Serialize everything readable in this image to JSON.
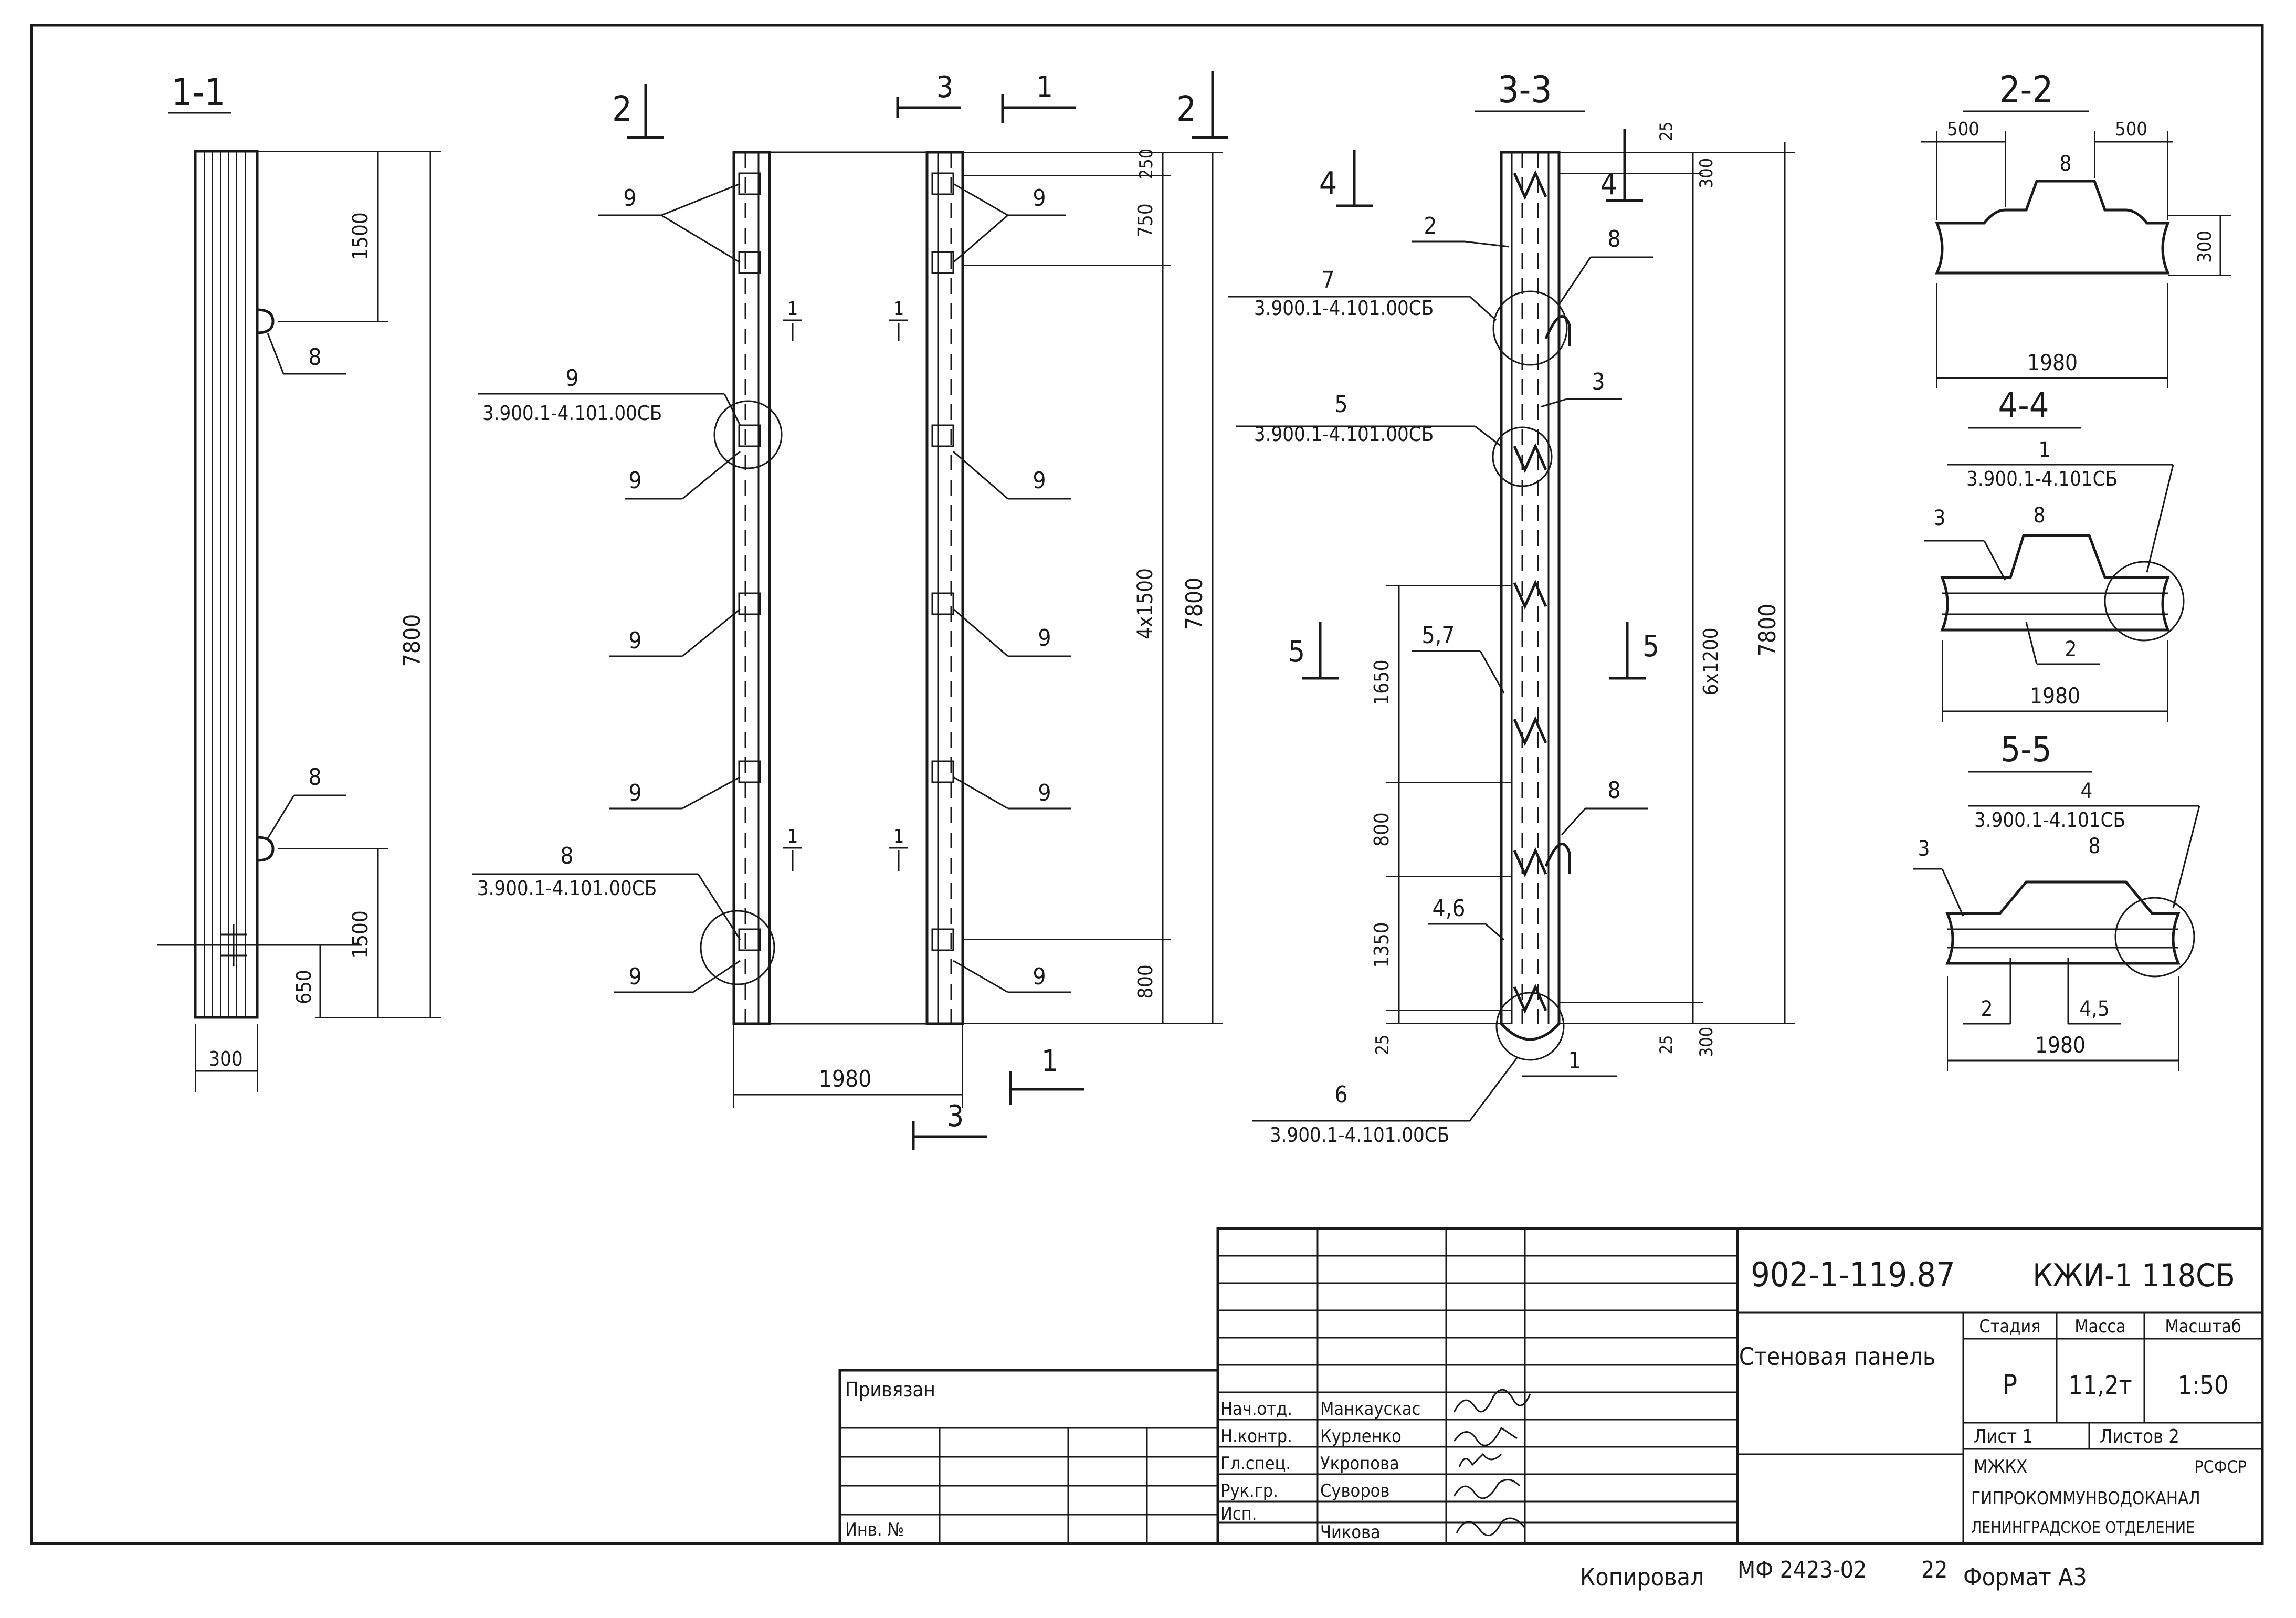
{
  "views": {
    "v11": {
      "title": "1-1",
      "dim_top": "1500",
      "dim_total": "7800",
      "dim_bottom": "1500",
      "dim_650": "650",
      "dim_width": "300",
      "callout_loop1": "8",
      "callout_loop2": "8"
    },
    "front": {
      "section_2_left": "2",
      "section_2_right": "2",
      "section_3_top": "3",
      "section_1_top": "1",
      "section_1_bottom": "1",
      "section_3_bottom": "3",
      "callout_9": "9",
      "callout_9_doc": "3.900.1-4.101.00СБ",
      "callout_8": "8",
      "callout_8_doc": "3.900.1-4.101.00СБ",
      "mark_1": "1",
      "dim_250": "250",
      "dim_750": "750",
      "dim_4x1500": "4х1500",
      "dim_800": "800",
      "dim_7800": "7800",
      "dim_1980": "1980"
    },
    "v33": {
      "title": "3-3",
      "section_4": "4",
      "section_5": "5",
      "callout_7": "7",
      "callout_7_doc": "3.900.1-4.101.00СБ",
      "callout_5": "5",
      "callout_5_doc": "3.900.1-4.101.00СБ",
      "callout_6": "6",
      "callout_6_doc": "3.900.1-4.101.00СБ",
      "callout_2": "2",
      "callout_3": "3",
      "callout_8": "8",
      "callout_1": "1",
      "callout_57": "5,7",
      "callout_46": "4,6",
      "dim_25": "25",
      "dim_300": "300",
      "dim_1650": "1650",
      "dim_800": "800",
      "dim_1350": "1350",
      "dim_6x1200": "6х1200",
      "dim_7800": "7800"
    },
    "v22": {
      "title": "2-2",
      "dim_500": "500",
      "dim_300": "300",
      "dim_1980": "1980",
      "callout_8": "8"
    },
    "v44": {
      "title": "4-4",
      "callout_1": "1",
      "callout_doc": "3.900.1-4.101СБ",
      "callout_3": "3",
      "callout_8": "8",
      "callout_2": "2",
      "dim_1980": "1980"
    },
    "v55": {
      "title": "5-5",
      "callout_4": "4",
      "callout_doc": "3.900.1-4.101СБ",
      "callout_3": "3",
      "callout_8": "8",
      "callout_2": "2",
      "callout_45": "4,5",
      "dim_1980": "1980"
    }
  },
  "title_block": {
    "designation": "902-1-119.87",
    "code": "КЖИ-1 118СБ",
    "name": "Стеновая панель",
    "stage_label": "Стадия",
    "stage": "Р",
    "mass_label": "Масса",
    "mass": "11,2т",
    "scale_label": "Масштаб",
    "scale": "1:50",
    "sheet_label": "Лист 1",
    "sheets_label": "Листов 2",
    "org_1": "МЖКХ",
    "org_2": "РСФСР",
    "org_3": "ГИПРОКОММУНВОДОКАНАЛ",
    "org_4": "ЛЕНИНГРАДСКОЕ ОТДЕЛЕНИЕ",
    "bound_label": "Привязан",
    "inv_label": "Инв. №",
    "roles": [
      "Нач.отд.",
      "Н.контр.",
      "Гл.спец.",
      "Рук.гр.",
      "Исп."
    ],
    "names": [
      "Манкаускас",
      "Курленко",
      "Укропова",
      "Суворов",
      "Чикова"
    ]
  },
  "footer": {
    "copied": "Копировал",
    "copy_number": "МФ 2423-02",
    "sheet_no": "22",
    "format": "Формат А3"
  }
}
